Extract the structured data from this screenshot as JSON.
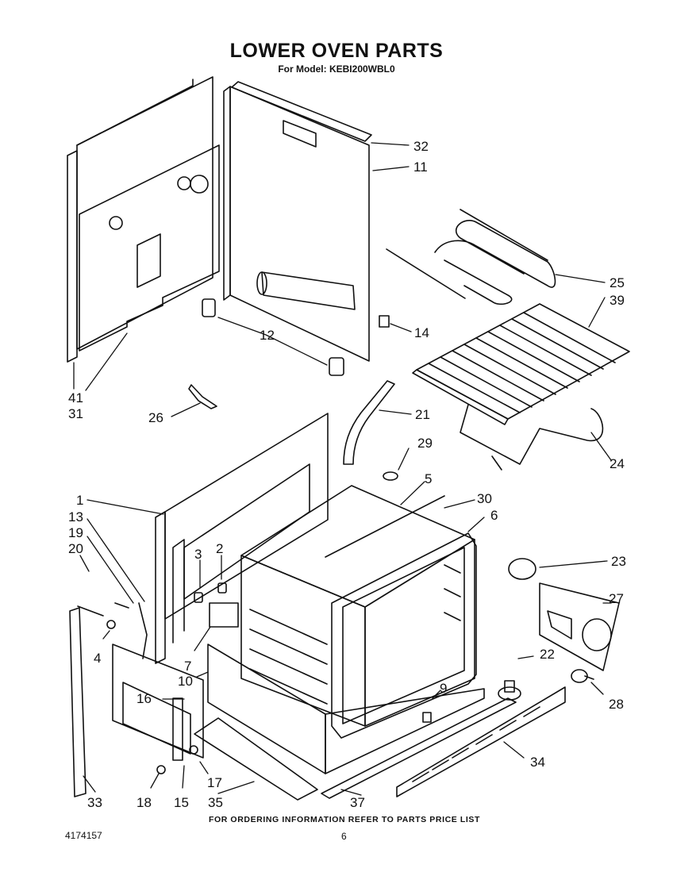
{
  "header": {
    "title": "LOWER OVEN PARTS",
    "model_line": "For Model: KEBI200WBL0"
  },
  "callouts": [
    "32",
    "11",
    "25",
    "39",
    "12",
    "14",
    "41",
    "31",
    "26",
    "21",
    "29",
    "24",
    "5",
    "30",
    "6",
    "1",
    "13",
    "19",
    "20",
    "3",
    "2",
    "23",
    "27",
    "4",
    "7",
    "10",
    "22",
    "16",
    "9",
    "28",
    "34",
    "17",
    "18",
    "15",
    "35",
    "37",
    "33"
  ],
  "footer": {
    "ordering_note": "FOR ORDERING INFORMATION REFER TO PARTS PRICE LIST",
    "doc_number": "4174157",
    "page_number": "6"
  }
}
